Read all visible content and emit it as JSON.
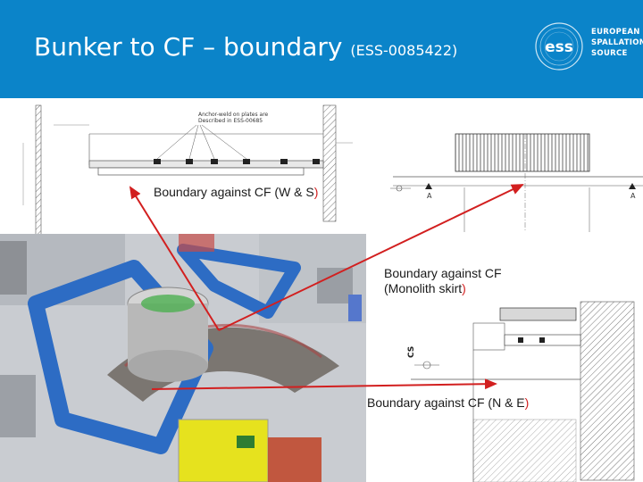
{
  "slide": {
    "title_main": "Bunker to CF – boundary",
    "title_ref": "(ESS-0085422)"
  },
  "logo": {
    "mark": "ess",
    "lines": [
      "EUROPEAN",
      "SPALLATION",
      "SOURCE"
    ]
  },
  "drawing_note": {
    "line1": "Anchor-weld on plates are",
    "line2": "Described in ESS-00685"
  },
  "section_marks": [
    "A",
    "A"
  ],
  "cs_mark": "CS",
  "callouts": [
    {
      "pre": "Boundary against CF (W & S",
      "close": ")"
    },
    {
      "line1": "Boundary against CF",
      "line2_pre": "(Monolith skirt",
      "close": ")"
    },
    {
      "pre": "Boundary against CF (N & E",
      "close": ")"
    }
  ],
  "colors": {
    "header": "#0b84c9",
    "arrow": "#d21f1f",
    "structure_blue": "#2d6cc4",
    "steel_yellow": "#e6e21e"
  }
}
